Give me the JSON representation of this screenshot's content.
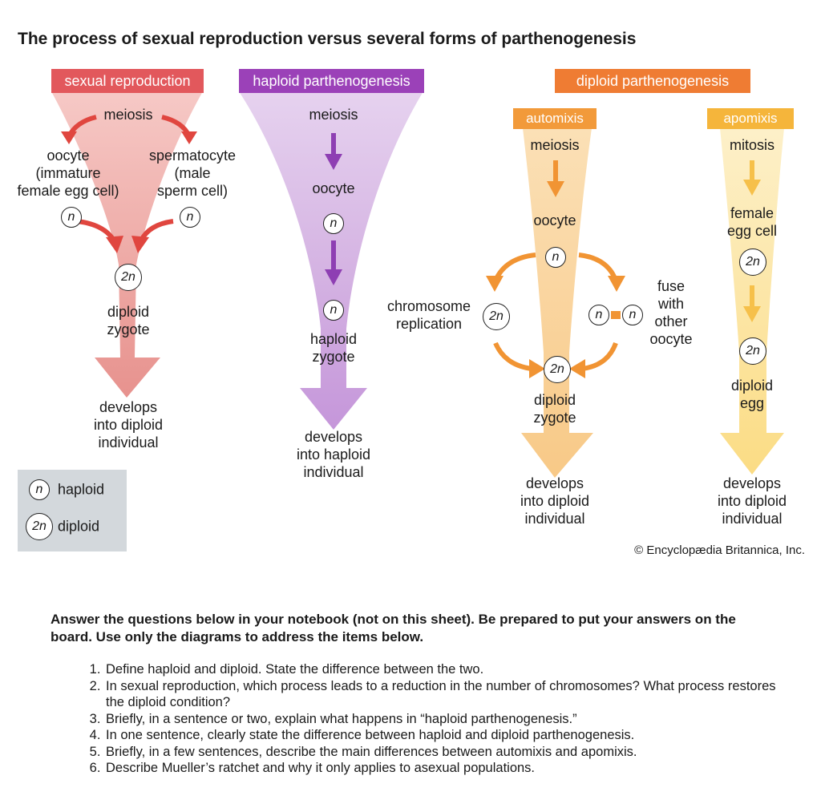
{
  "title": "The process of sexual reproduction versus several forms of parthenogenesis",
  "colors": {
    "sexual": "#e2585c",
    "haploid": "#9b41b8",
    "diploid_header": "#ef7c33",
    "automixis_header": "#f29a3a",
    "apomixis_header": "#f5b53b",
    "arrow_red": "#e0463f",
    "arrow_purple": "#8e3fb3",
    "arrow_orange": "#f19433",
    "arrow_yellow": "#f6c04a",
    "legend_bg": "#d3d8dc"
  },
  "sexual": {
    "header": "sexual reproduction",
    "meiosis": "meiosis",
    "oocyte_lines": [
      "oocyte",
      "(immature",
      "female egg cell)"
    ],
    "sperm_lines": [
      "spermatocyte",
      "(male",
      "sperm cell)"
    ],
    "n_left": "n",
    "n_right": "n",
    "zygote_ploidy": "2n",
    "zygote_lines": [
      "diploid",
      "zygote"
    ],
    "result_lines": [
      "develops",
      "into diploid",
      "individual"
    ]
  },
  "haploid": {
    "header": "haploid parthenogenesis",
    "meiosis": "meiosis",
    "oocyte": "oocyte",
    "n_top": "n",
    "n_bottom": "n",
    "zygote_lines": [
      "haploid",
      "zygote"
    ],
    "result_lines": [
      "develops",
      "into haploid",
      "individual"
    ]
  },
  "diploid": {
    "header": "diploid parthenogenesis",
    "automixis": {
      "header": "automixis",
      "meiosis": "meiosis",
      "oocyte": "oocyte",
      "n_top": "n",
      "left_ploidy": "2n",
      "right_n1": "n",
      "right_n2": "n",
      "zygote_ploidy": "2n",
      "chromosome_lines": [
        "chromosome",
        "replication"
      ],
      "fuse_lines": [
        "fuse",
        "with",
        "other",
        "oocyte"
      ],
      "zygote_lines": [
        "diploid",
        "zygote"
      ],
      "result_lines": [
        "develops",
        "into diploid",
        "individual"
      ]
    },
    "apomixis": {
      "header": "apomixis",
      "mitosis": "mitosis",
      "egg_lines": [
        "female",
        "egg cell"
      ],
      "ploidy_top": "2n",
      "ploidy_bottom": "2n",
      "egg2_lines": [
        "diploid",
        "egg"
      ],
      "result_lines": [
        "develops",
        "into diploid",
        "individual"
      ]
    }
  },
  "legend": {
    "haploid_symbol": "n",
    "haploid_label": "haploid",
    "diploid_symbol": "2n",
    "diploid_label": "diploid"
  },
  "copyright": "© Encyclopædia Britannica, Inc.",
  "instructions": "Answer the questions below in your notebook (not on this sheet). Be prepared to put your answers on the board. Use only the diagrams to address the items below.",
  "questions": [
    "Define haploid and diploid. State the difference between the two.",
    "In sexual reproduction, which process leads to a reduction in the number of chromosomes? What process restores the diploid condition?",
    "Briefly, in a sentence or two, explain what happens in “haploid parthenogenesis.”",
    "In one sentence, clearly state the difference between haploid and diploid parthenogenesis.",
    "Briefly, in a few sentences, describe the main differences between automixis and apomixis.",
    "Describe Mueller’s ratchet and why it only applies to asexual populations."
  ]
}
